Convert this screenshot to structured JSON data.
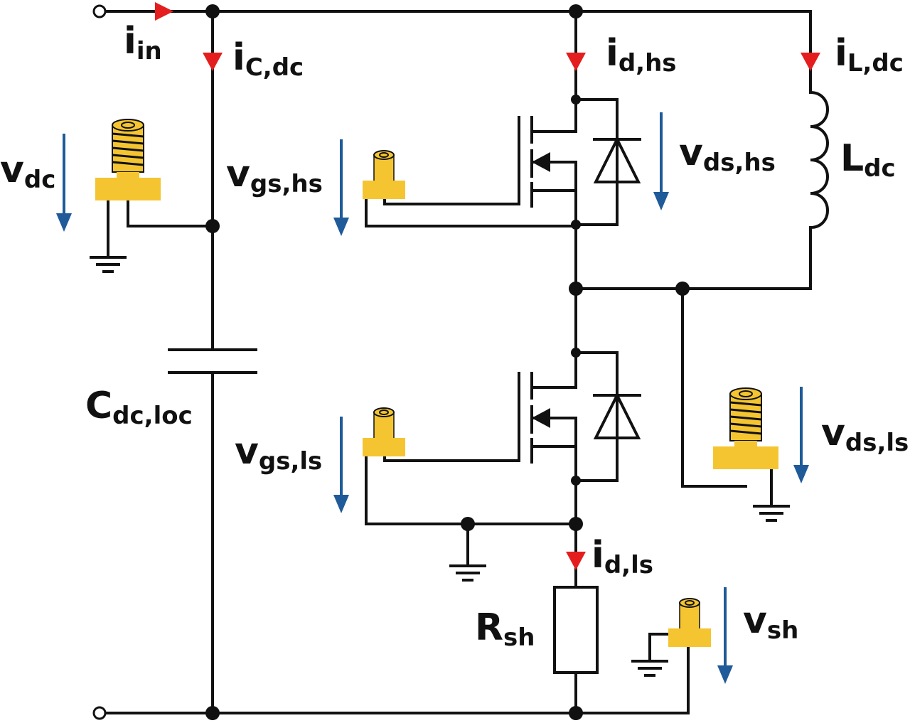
{
  "colors": {
    "wire": "#111111",
    "current_arrow": "#e41e1e",
    "voltage_arrow": "#1f5a99",
    "probe": "#f4c531"
  },
  "labels": {
    "i_in": {
      "main": "i",
      "sub": "in"
    },
    "i_c_dc": {
      "main": "i",
      "sub": "C,dc"
    },
    "i_d_hs": {
      "main": "i",
      "sub": "d,hs"
    },
    "i_l_dc": {
      "main": "i",
      "sub": "L,dc"
    },
    "v_dc": {
      "main": "v",
      "sub": "dc"
    },
    "v_gs_hs": {
      "main": "v",
      "sub": "gs,hs"
    },
    "v_ds_hs": {
      "main": "v",
      "sub": "ds,hs"
    },
    "l_dc": {
      "main": "L",
      "sub": "dc"
    },
    "c_dc_loc": {
      "main": "C",
      "sub": "dc,loc"
    },
    "v_gs_ls": {
      "main": "v",
      "sub": "gs,ls"
    },
    "v_ds_ls": {
      "main": "v",
      "sub": "ds,ls"
    },
    "i_d_ls": {
      "main": "i",
      "sub": "d,ls"
    },
    "r_sh": {
      "main": "R",
      "sub": "sh"
    },
    "v_sh": {
      "main": "v",
      "sub": "sh"
    }
  },
  "icons": {
    "probe_large": "sma-connector-icon",
    "probe_small": "mcx-connector-icon",
    "ground": "ground-icon",
    "mosfet": "mosfet-icon",
    "diode": "diode-icon"
  }
}
